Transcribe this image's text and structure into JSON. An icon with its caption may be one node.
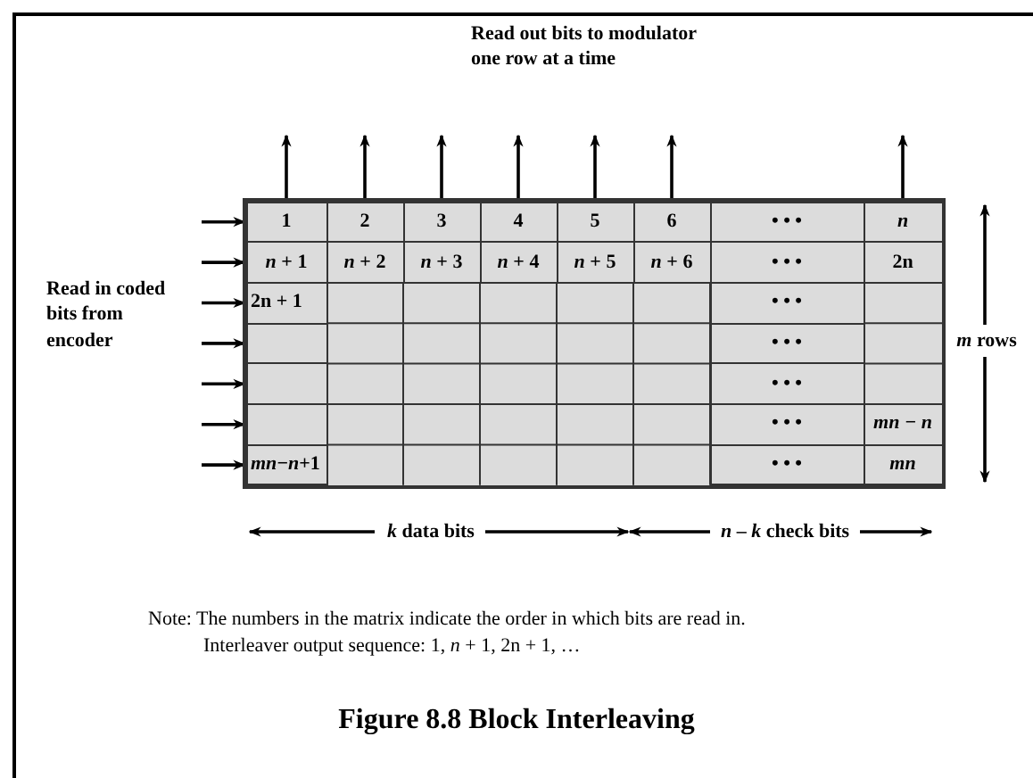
{
  "diagram": {
    "caption": "Figure 8.8 Block Interleaving",
    "nodes": [
      {
        "text": [],
        "shape": "box"
      },
      {
        "text": [
          "1"
        ],
        "in": 0
      },
      {
        "text": [
          "2"
        ],
        "in": 0
      },
      {
        "text": [
          "3"
        ],
        "in": 0
      },
      {
        "text": [
          "4"
        ],
        "in": 0
      },
      {
        "text": [
          "5"
        ],
        "in": 0
      },
      {
        "text": [
          "6"
        ],
        "in": 0
      },
      {
        "text": [
          "• • •"
        ],
        "in": 0
      },
      {
        "text": [
          "n"
        ],
        "in": 0
      },
      {
        "text": [
          "*n* + 1"
        ],
        "in": 0
      },
      {
        "text": [
          "*n* + 2"
        ],
        "in": 0
      },
      {
        "text": [
          "*n* + 3"
        ],
        "in": 0
      },
      {
        "text": [
          "*n* + 4"
        ],
        "in": 0
      },
      {
        "text": [
          "*n* + 5"
        ],
        "in": 0
      },
      {
        "text": [
          "*n* + 6"
        ],
        "in": 0
      },
      {
        "text": [
          "• • •"
        ],
        "in": 0
      },
      {
        "text": [
          "2n"
        ],
        "in": 0
      },
      {
        "text": [
          "2n + 1"
        ],
        "in": 0
      },
      {
        "text": [
          "• • •"
        ],
        "in": 0
      },
      {
        "text": [],
        "shape": "box",
        "in": 0
      },
      {
        "text": [
          "• • •"
        ],
        "in": 0
      },
      {
        "text": [],
        "shape": "box",
        "in": 0
      },
      {
        "text": [
          "• • •"
        ],
        "in": 0
      },
      {
        "text": [],
        "shape": "box",
        "in": 0
      },
      {
        "text": [
          "• • •"
        ],
        "in": 0
      },
      {
        "text": [
          "mn − n"
        ],
        "in": 0
      },
      {
        "text": [
          "*mn*−*n*+1"
        ],
        "in": 0
      },
      {
        "text": [
          "• • •"
        ],
        "in": 0
      },
      {
        "text": [
          "mn"
        ],
        "in": 0
      }
    ],
    "edges": [
      {
        "from": null,
        "to": 1,
        "arrow": "to"
      },
      {
        "from": null,
        "to": 9,
        "arrow": "to"
      },
      {
        "from": null,
        "to": 17,
        "arrow": "to"
      },
      {
        "from": null,
        "to": 19,
        "arrow": "to"
      },
      {
        "from": null,
        "to": 21,
        "arrow": "to"
      },
      {
        "from": null,
        "to": 23,
        "arrow": "to"
      },
      {
        "from": null,
        "to": 26,
        "arrow": "to"
      },
      {
        "from": 1,
        "to": null,
        "arrow": "to"
      },
      {
        "from": 2,
        "to": null,
        "arrow": "to"
      },
      {
        "from": 3,
        "to": null,
        "arrow": "to"
      },
      {
        "from": 4,
        "to": null,
        "arrow": "to"
      },
      {
        "from": 5,
        "to": null,
        "arrow": "to"
      },
      {
        "from": 6,
        "to": null,
        "arrow": "to"
      },
      {
        "from": 8,
        "to": null,
        "arrow": "to"
      }
    ],
    "labels": [
      "Read out bits to modulator one row at a time",
      "Read in coded bits from encoder",
      "*m* rows",
      "*k* data bits",
      "*n* – *k* check bits",
      "Note: The numbers in the matrix indicate the order in which bits are read in.",
      "Interleaver output sequence: 1, *n* + 1, 2n + 1, …"
    ]
  }
}
